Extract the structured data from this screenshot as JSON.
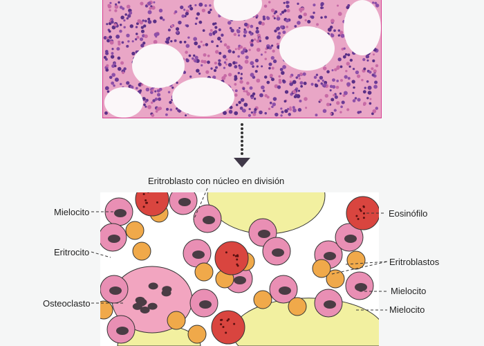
{
  "labels": {
    "top": "Eritroblasto con núcleo en división",
    "mielocito_left": "Mielocito",
    "eritrocito": "Eritrocito",
    "osteoclasto": "Osteoclasto",
    "eosinofilo": "Eosinófilo",
    "eritroblastos": "Eritroblastos",
    "mielocito_right1": "Mielocito",
    "mielocito_right2": "Mielocito"
  },
  "colors": {
    "border": "#d63c8e",
    "fat": "#f2f0a0",
    "pink_cell": "#e98fb4",
    "orange_cell": "#f0a94a",
    "eosinophil": "#d9453f",
    "nucleus": "#4a3c44"
  }
}
